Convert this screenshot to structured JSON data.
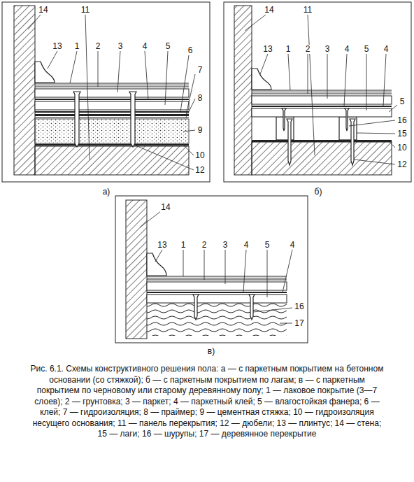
{
  "diagram": {
    "caption": "Рис. 6.1. Схемы конструктивного решения пола: а — с паркетным покрытием на бетонном основании (со стяжкой); б — с паркетным покрытием по лагам; в — с паркетным покрытием по черновому или старому деревянному полу; 1 — лаковое покрытие (3—7 слоев); 2 — грунтовка; 3 — паркет; 4 — паркетный клей; 5 — влагостойкая фанера; 6 — клей; 7 — гидроизоляция; 8 — праймер; 9 — цементная стяжка; 10 — гидроизоляция несущего основания; 11 — панель перекрытия; 12 — дюбели; 13 — плинтус; 14 — стена; 15 — лаги; 16 — шурупы; 17 — деревянное перекрытие",
    "labels": [
      "14",
      "11",
      "13",
      "1",
      "2",
      "3",
      "4",
      "5",
      "6",
      "7",
      "8",
      "9",
      "10",
      "12",
      "а)",
      "14",
      "11",
      "13",
      "1",
      "2",
      "3",
      "4",
      "5",
      "4",
      "5",
      "16",
      "15",
      "10",
      "12",
      "б)",
      "14",
      "13",
      "1",
      "2",
      "3",
      "4",
      "5",
      "4",
      "16",
      "17",
      "в)"
    ]
  }
}
